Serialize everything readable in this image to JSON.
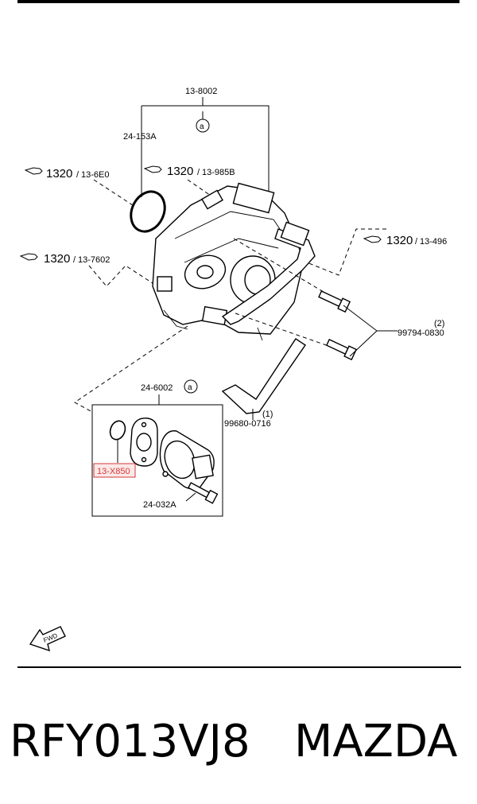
{
  "diagram": {
    "callouts": {
      "top_assembly": "13-8002",
      "oring": "24-153A",
      "ref_a_top": "a",
      "ref_1320_left": "1320",
      "ref_1320_left_code": "13-6E0",
      "ref_1320_mid": "1320",
      "ref_1320_mid_code": "13-985B",
      "ref_1320_right": "1320",
      "ref_1320_right_code": "13-496",
      "ref_1320_left2": "1320",
      "ref_1320_left2_code": "13-7602",
      "bolt_qty": "(2)",
      "bolt_part": "99794-0830",
      "hex_key_qty": "(1)",
      "hex_key_part": "99680-0716",
      "valve_assembly": "24-6002",
      "ref_a_valve": "a",
      "highlighted_part": "13-X850",
      "valve_bolt": "24-032A",
      "fwd": "FWD"
    },
    "highlight_color": "#d23a3a"
  },
  "footer": {
    "part_number": "RFY013VJ8",
    "brand": "MAZDA"
  }
}
